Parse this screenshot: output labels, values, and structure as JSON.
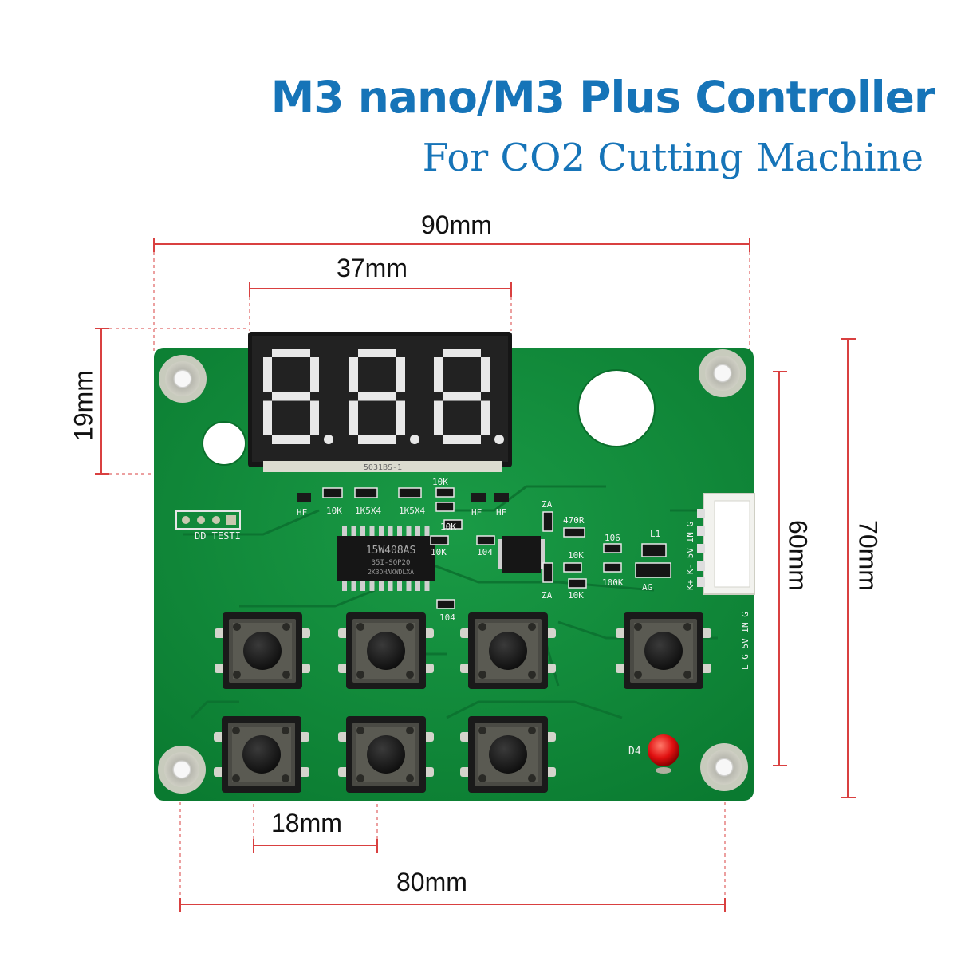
{
  "header": {
    "title": "M3 nano/M3 Plus Controller",
    "subtitle": "For CO2 Cutting Machine"
  },
  "dimensions": {
    "board_width": "90mm",
    "display_width": "37mm",
    "display_height": "19mm",
    "connector_span": "60mm",
    "board_height": "70mm",
    "button_pitch": "18mm",
    "hole_spacing": "80mm"
  },
  "board": {
    "labels": {
      "dd_test": "DD TESTI",
      "led_ref": "D4",
      "chip_text_1": "15W408AS",
      "chip_text_2": "35I-SOP20",
      "chip_text_3": "2K3DHAKWDLXA",
      "display_part": "5031BS-1",
      "r_10k_a": "10K",
      "r_1k5_a": "1K5X4",
      "r_1k5_b": "1K5X4",
      "r_10k_b": "10K",
      "r_10k_c": "10K",
      "r_10k_d": "10K",
      "c_104_a": "104",
      "c_104_b": "104",
      "hf_a": "HF",
      "hf_b": "HF",
      "hf_c": "HF",
      "za_a": "ZA",
      "za_b": "ZA",
      "r_470r": "470R",
      "r_10k_e": "10K",
      "r_10k_f": "10K",
      "c_106": "106",
      "r_100k": "100K",
      "l1": "L1",
      "ag": "AG",
      "conn_top": "K+ K- 5V IN G",
      "conn_bottom": "L G 5V IN G"
    },
    "colors": {
      "pcb": "#0f8a3a",
      "display": "#1c1c1c",
      "segment": "#e8e8e8",
      "led": "#e01010",
      "dimension_line": "#d94040"
    }
  }
}
